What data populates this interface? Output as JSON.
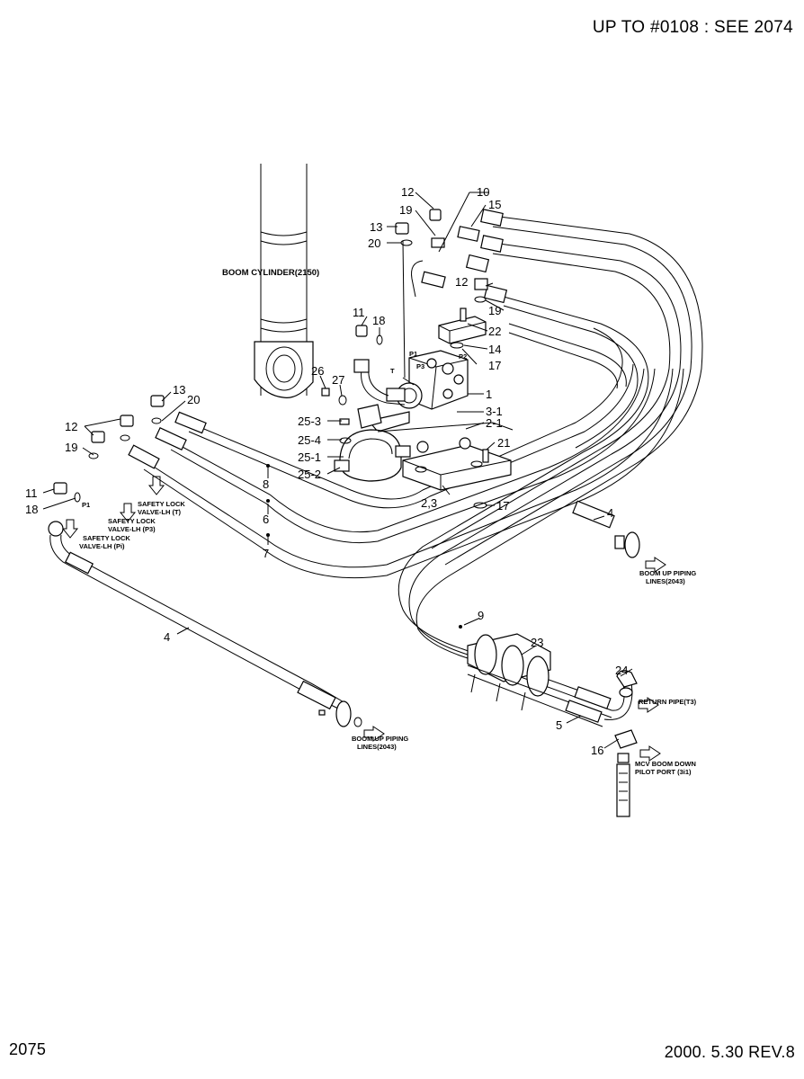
{
  "header": {
    "note": "UP TO #0108 : SEE 2074"
  },
  "footer": {
    "page": "2075",
    "revision": "2000. 5.30  REV.8"
  },
  "labels": {
    "boom_cylinder": "BOOM CYLINDER(2150)",
    "slv_t_1": "SAFETY LOCK",
    "slv_t_2": "VALVE-LH (T)",
    "slv_p3_1": "SAFETY LOCK",
    "slv_p3_2": "VALVE-LH (P3)",
    "slv_pi_1": "SAFETY LOCK",
    "slv_pi_2": "VALVE-LH (Pi)",
    "p1": "P1",
    "boom_up_right_1": "BOOM UP PIPING",
    "boom_up_right_2": "LINES(2043)",
    "boom_up_left_1": "BOOM UP PIPING",
    "boom_up_left_2": "LINES(2043)",
    "return_pipe": "RETURN PIPE(T3)",
    "mcv_1": "MCV BOOM DOWN",
    "mcv_2": "PILOT PORT (3i1)",
    "port_p1": "P1",
    "port_p2": "P2",
    "port_p3": "P3",
    "port_t": "T"
  },
  "parts": {
    "p1": "1",
    "p2_1": "2-1",
    "p2_3": "2,3",
    "p3_1": "3-1",
    "p4a": "4",
    "p4b": "4",
    "p5": "5",
    "p6": "6",
    "p7": "7",
    "p8": "8",
    "p9": "9",
    "p10": "10",
    "p11a": "11",
    "p11b": "11",
    "p12a": "12",
    "p12b": "12",
    "p12c": "12",
    "p13a": "13",
    "p13b": "13",
    "p14": "14",
    "p15": "15",
    "p16": "16",
    "p17a": "17",
    "p17b": "17",
    "p18a": "18",
    "p18b": "18",
    "p19a": "19",
    "p19b": "19",
    "p19c": "19",
    "p20a": "20",
    "p20b": "20",
    "p21": "21",
    "p22": "22",
    "p23": "23",
    "p24": "24",
    "p25_1": "25-1",
    "p25_2": "25-2",
    "p25_3": "25-3",
    "p25_4": "25-4",
    "p26": "26",
    "p27": "27"
  }
}
